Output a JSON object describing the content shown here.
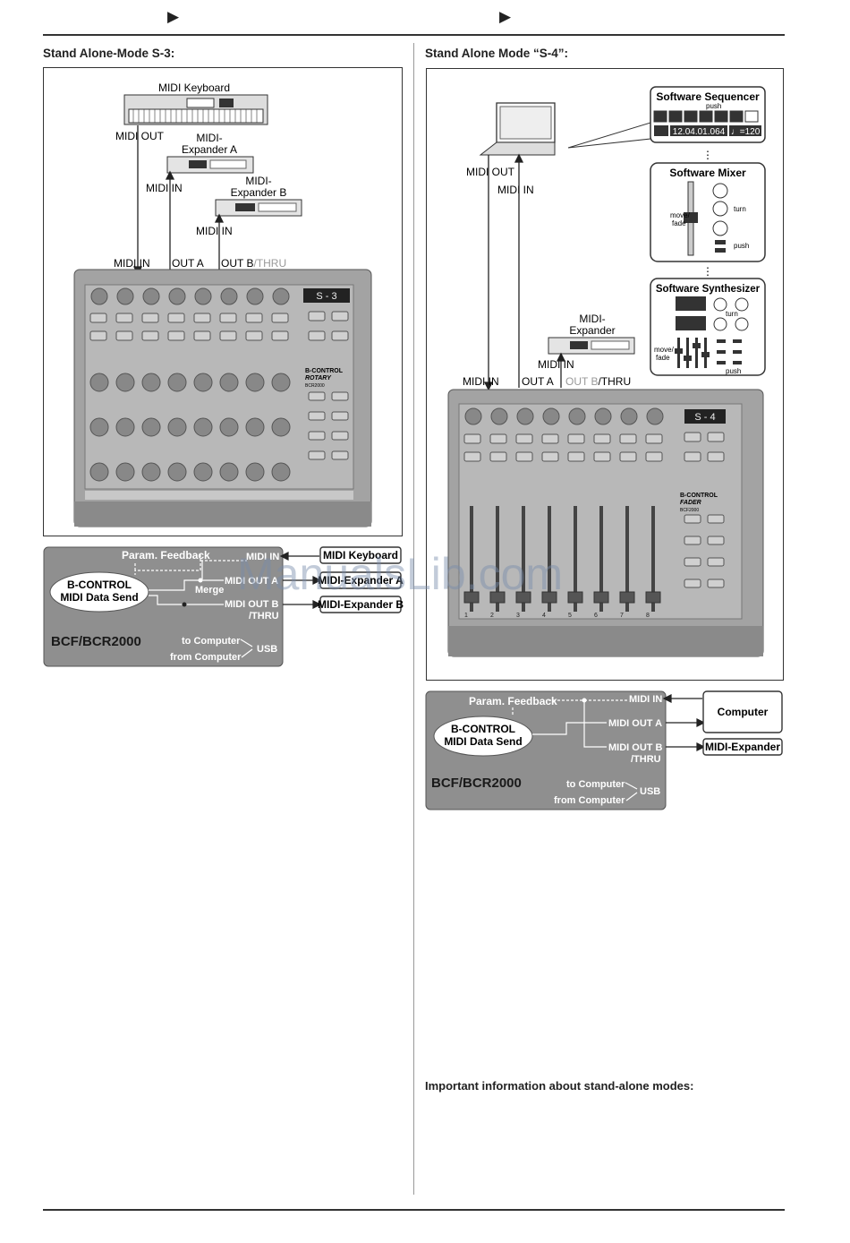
{
  "header": {
    "arrow_left": "▶",
    "arrow_right": "▶"
  },
  "s3": {
    "title": "Stand Alone-Mode S-3:",
    "keyboard_label": "MIDI Keyboard",
    "midi_out": "MIDI OUT",
    "expander_a": "MIDI-\nExpander A",
    "expander_a_l1": "MIDI-",
    "expander_a_l2": "Expander A",
    "expander_b_l1": "MIDI-",
    "expander_b_l2": "Expander B",
    "midi_in_a": "MIDI IN",
    "midi_in_b": "MIDI IN",
    "midi_in_dev": "MIDI IN",
    "out_a": "OUT A",
    "out_b": "OUT B",
    "thru": "/THRU",
    "display": "S - 3",
    "logo1": "B-CONTROL",
    "logo2": "ROTARY",
    "model": "BCR2000"
  },
  "s3_flow": {
    "param_feedback": "Param. Feedback",
    "midi_in": "MIDI IN",
    "merge": "Merge",
    "midi_out_a": "MIDI OUT A",
    "midi_out_b": "MIDI OUT B",
    "thru": "/THRU",
    "bcontrol1": "B-CONTROL",
    "bcontrol2": "MIDI Data Send",
    "model": "BCF/BCR2000",
    "to_computer": "to Computer",
    "from_computer": "from Computer",
    "usb": "USB",
    "box1": "MIDI Keyboard",
    "box2": "MIDI-Expander A",
    "box3": "MIDI-Expander B"
  },
  "s4": {
    "title": "Stand Alone Mode “S-4”:",
    "midi_out": "MIDI OUT",
    "midi_in_top": "MIDI IN",
    "sw_sequencer": "Software Sequencer",
    "push": "push",
    "seq_time": "12.04.01.064",
    "seq_tempo": "♩=120",
    "sw_mixer": "Software Mixer",
    "move_fade": "move/\nfade",
    "move": "move/",
    "fade": "fade",
    "turn": "turn",
    "push2": "push",
    "sw_synth": "Software Synthesizer",
    "turn2": "turn",
    "push3": "push",
    "move2": "move/",
    "fade2": "fade",
    "expander_l1": "MIDI-",
    "expander_l2": "Expander",
    "midi_in_exp": "MIDI IN",
    "midi_in_dev": "MIDI IN",
    "out_a": "OUT A",
    "out_b": "OUT B",
    "thru": "/THRU",
    "display": "S - 4",
    "logo1": "B-CONTROL",
    "logo2": "FADER",
    "model": "BCF2000",
    "channels": [
      "1",
      "2",
      "3",
      "4",
      "5",
      "6",
      "7",
      "8"
    ]
  },
  "s4_flow": {
    "param_feedback": "Param. Feedback",
    "midi_in": "MIDI IN",
    "midi_out_a": "MIDI OUT A",
    "midi_out_b": "MIDI OUT B",
    "thru": "/THRU",
    "bcontrol1": "B-CONTROL",
    "bcontrol2": "MIDI Data Send",
    "model": "BCF/BCR2000",
    "to_computer": "to Computer",
    "from_computer": "from Computer",
    "usb": "USB",
    "box1": "Computer",
    "box2": "MIDI-Expander"
  },
  "important": "Important information about stand-alone modes:",
  "watermark": "ManualsLib.com",
  "colors": {
    "device_bg": "#9a9a9a",
    "device_dark": "#6f6f6f",
    "flow_bg": "#8f8f8f",
    "ink": "#222222"
  }
}
